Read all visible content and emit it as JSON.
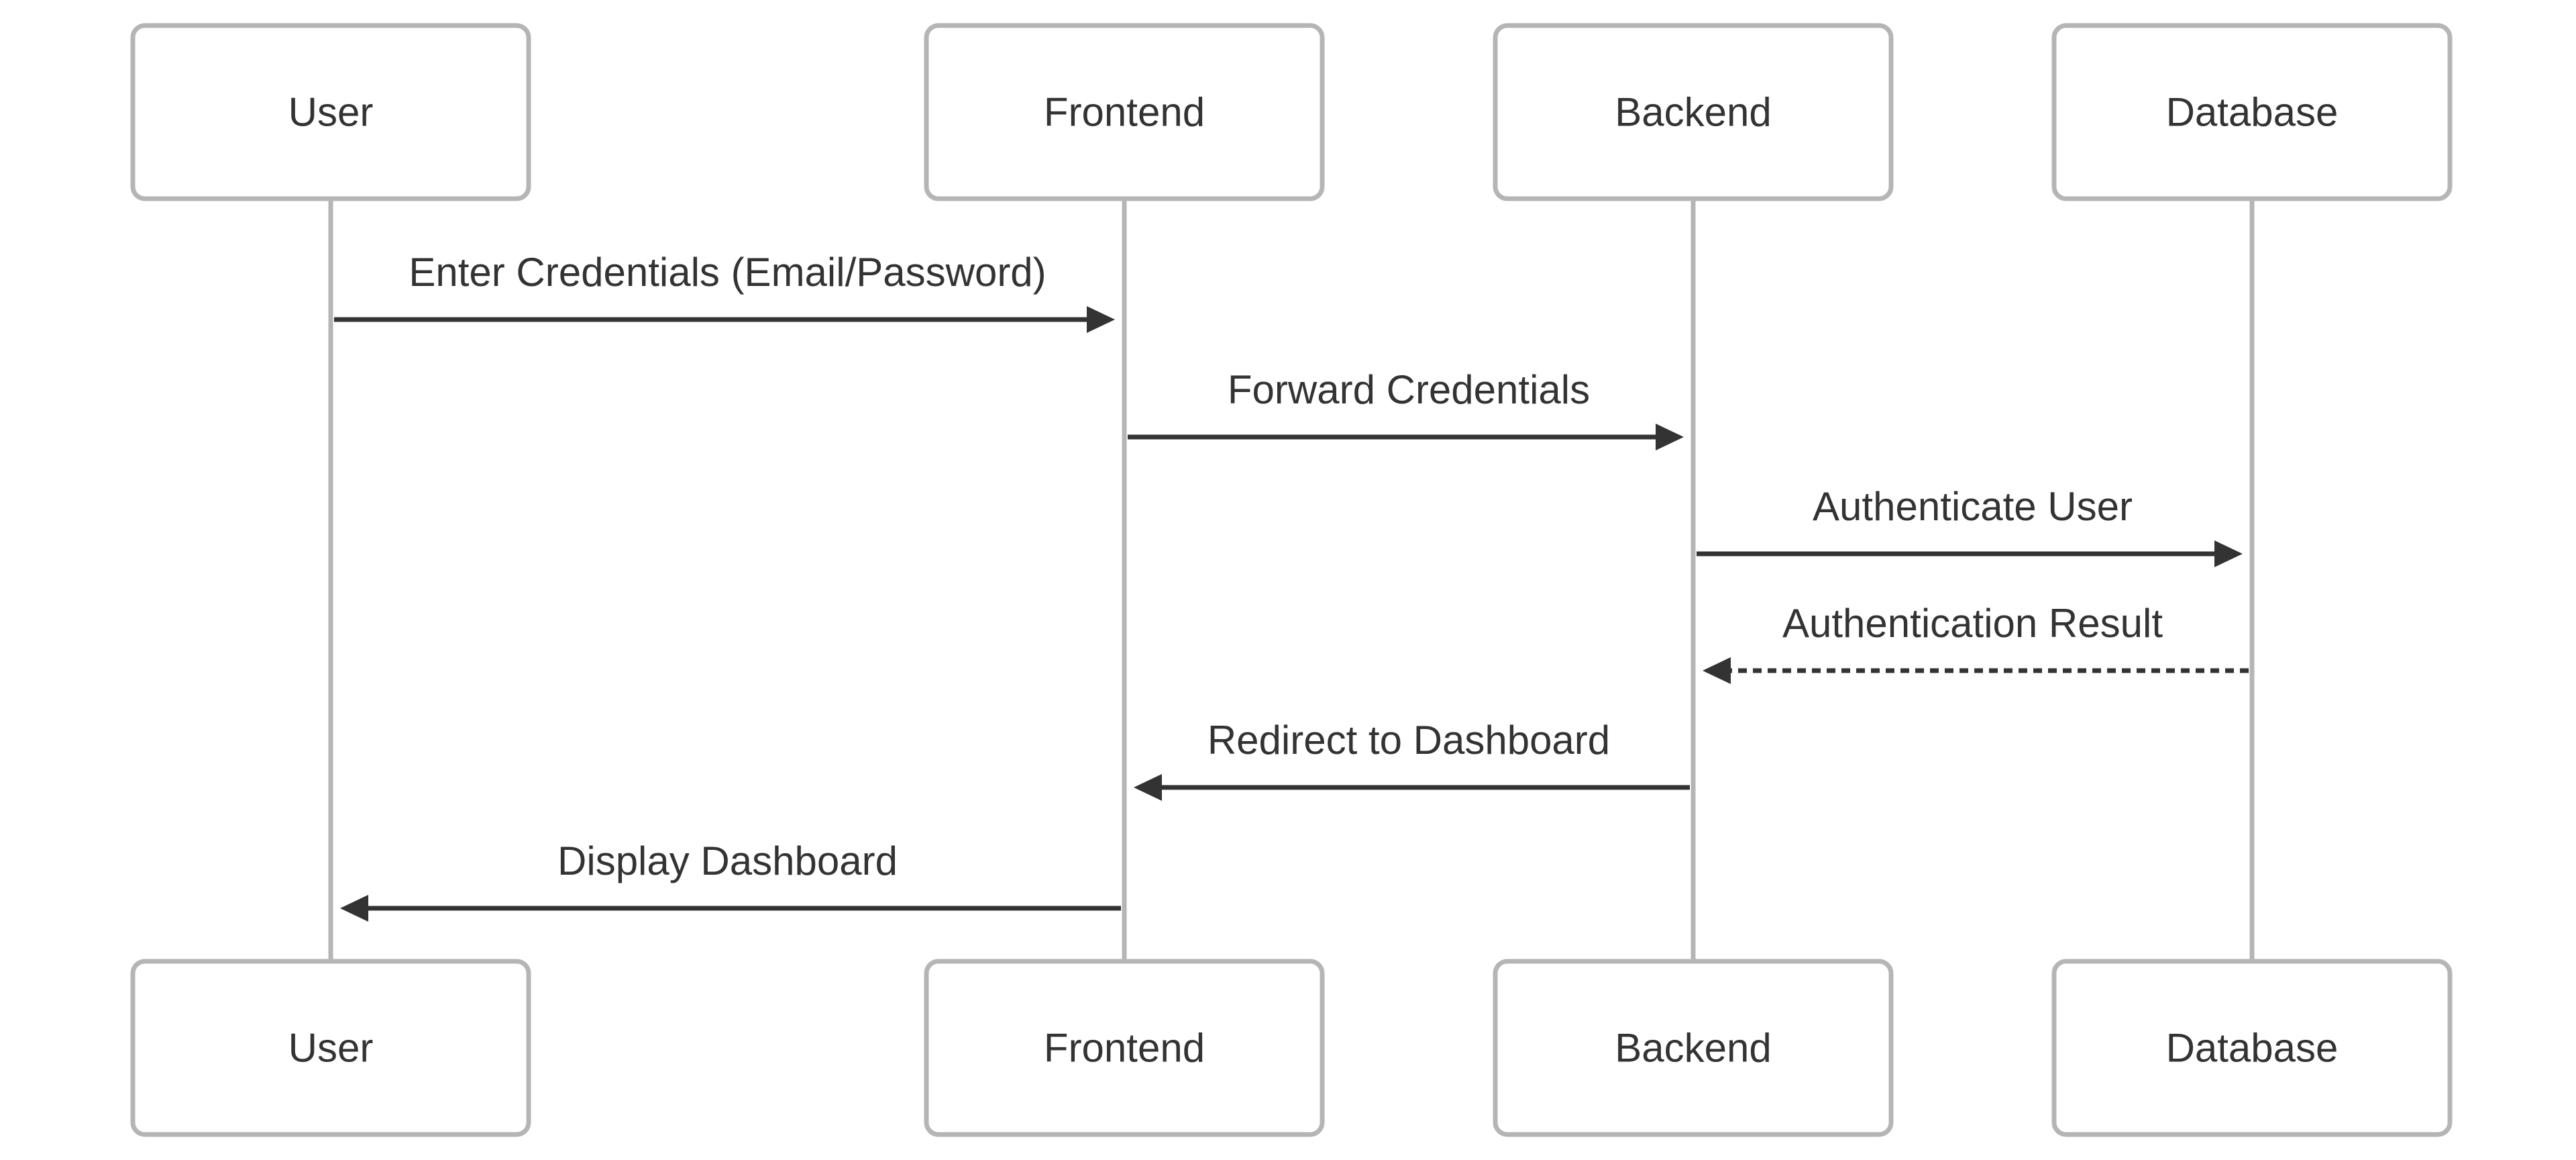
{
  "participants": [
    {
      "id": "user",
      "label": "User"
    },
    {
      "id": "frontend",
      "label": "Frontend"
    },
    {
      "id": "backend",
      "label": "Backend"
    },
    {
      "id": "database",
      "label": "Database"
    }
  ],
  "messages": [
    {
      "from": "user",
      "to": "frontend",
      "label": "Enter Credentials (Email/Password)",
      "style": "solid"
    },
    {
      "from": "frontend",
      "to": "backend",
      "label": "Forward Credentials",
      "style": "solid"
    },
    {
      "from": "backend",
      "to": "database",
      "label": "Authenticate User",
      "style": "solid"
    },
    {
      "from": "database",
      "to": "backend",
      "label": "Authentication Result",
      "style": "dashed"
    },
    {
      "from": "backend",
      "to": "frontend",
      "label": "Redirect to Dashboard",
      "style": "solid"
    },
    {
      "from": "frontend",
      "to": "user",
      "label": "Display Dashboard",
      "style": "solid"
    }
  ],
  "colors": {
    "box_border": "#b5b5b5",
    "lifeline": "#b5b5b5",
    "arrow": "#333333",
    "text": "#333333",
    "background": "#ffffff"
  }
}
